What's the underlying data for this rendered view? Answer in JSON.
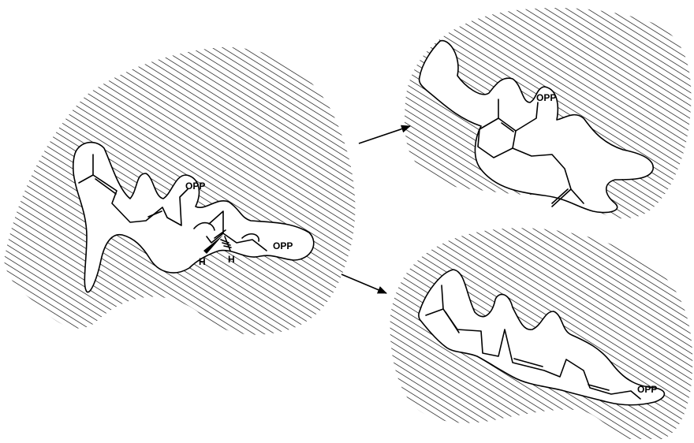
{
  "figure": {
    "colors": {
      "ink": "#000000",
      "background": "#ffffff"
    },
    "left_panel": {
      "labels": {
        "opp_top": "OPP",
        "opp_right": "OPP",
        "h_left": "H",
        "h_right": "H"
      }
    },
    "top_right_panel": {
      "labels": {
        "opp": "OPP"
      }
    },
    "bottom_right_panel": {
      "labels": {
        "opp": "OPP"
      }
    },
    "arrows": [
      "arrow-to-top-product",
      "arrow-to-bottom-product"
    ]
  }
}
